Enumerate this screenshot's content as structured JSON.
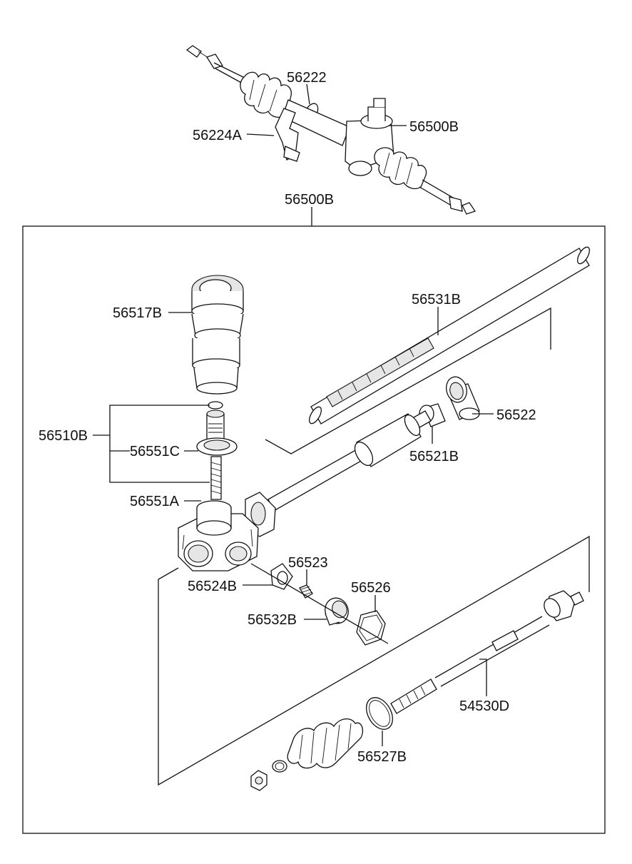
{
  "labels": {
    "p56222": "56222",
    "p56500B_top": "56500B",
    "p56224A": "56224A",
    "p56500B_box": "56500B",
    "p56517B": "56517B",
    "p56531B": "56531B",
    "p56522": "56522",
    "p56510B": "56510B",
    "p56551C": "56551C",
    "p56521B": "56521B",
    "p56551A": "56551A",
    "p56523": "56523",
    "p56524B": "56524B",
    "p56526": "56526",
    "p56532B": "56532B",
    "p54530D": "54530D",
    "p56527B": "56527B"
  }
}
